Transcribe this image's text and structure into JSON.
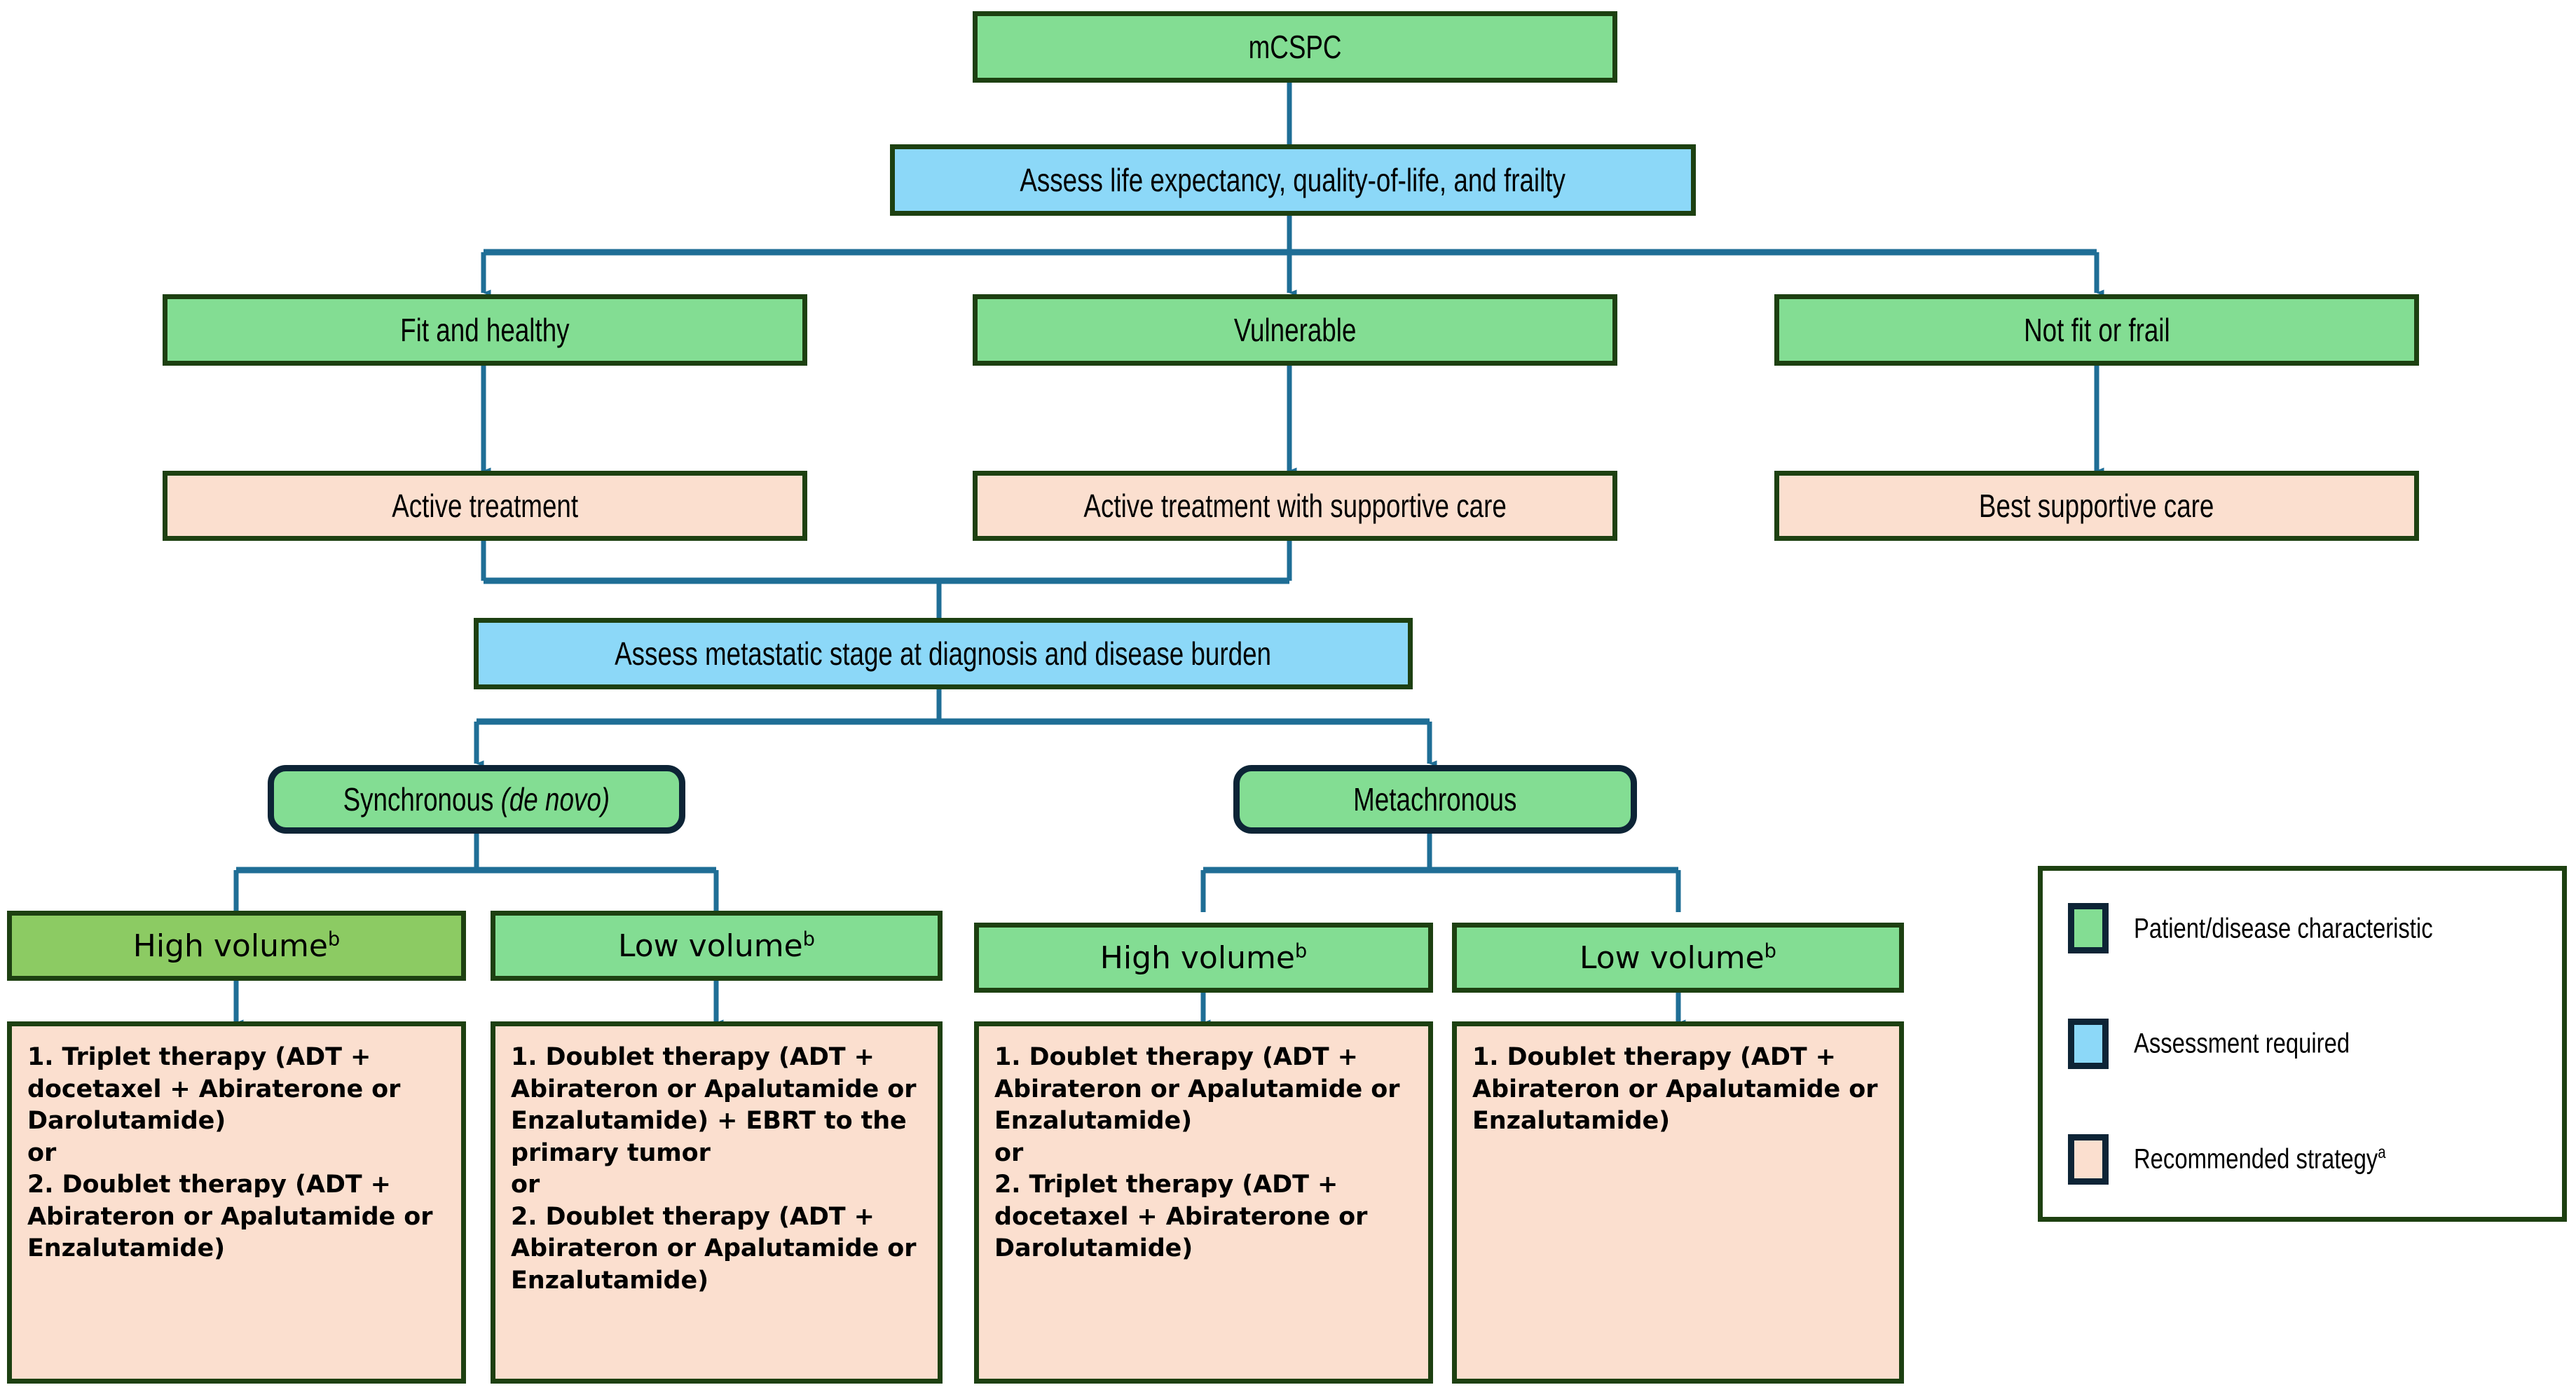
{
  "colors": {
    "characteristic_green": "#83DD93",
    "characteristic_green_alt": "#8CCB63",
    "assessment_blue": "#8CD8F8",
    "strategy_peach": "#FBDFCF",
    "box_border_green": "#1d4011",
    "rounded_border_navy": "#0d2436",
    "connector_blue": "#1F6E96"
  },
  "nodes": {
    "root": {
      "label": "mCSPC"
    },
    "assess_fitness": {
      "label": "Assess life expectancy, quality-of-life, and frailty"
    },
    "fitness": [
      {
        "label": "Fit and healthy"
      },
      {
        "label": "Vulnerable"
      },
      {
        "label": "Not fit or frail"
      }
    ],
    "care": [
      {
        "label": "Active treatment"
      },
      {
        "label": "Active treatment with supportive care"
      },
      {
        "label": "Best supportive care"
      }
    ],
    "assess_stage": {
      "label": "Assess metastatic stage at diagnosis and disease burden"
    },
    "timing": [
      {
        "label_plain": "Synchronous ",
        "label_italic": "(de novo)"
      },
      {
        "label_plain": "Metachronous",
        "label_italic": ""
      }
    ],
    "volume": [
      {
        "label": "High volume",
        "footnote": "b"
      },
      {
        "label": "Low volume",
        "footnote": "b"
      },
      {
        "label": "High volume",
        "footnote": "b"
      },
      {
        "label": "Low volume",
        "footnote": "b"
      }
    ],
    "therapies": [
      {
        "text": "1. Triplet therapy (ADT + docetaxel + Abiraterone or Darolutamide)\nor\n2. Doublet therapy (ADT + Abirateron or Apalutamide or Enzalutamide)"
      },
      {
        "text": "1. Doublet therapy (ADT + Abirateron or Apalutamide or Enzalutamide) + EBRT to the primary tumor\nor\n2. Doublet therapy (ADT + Abirateron or Apalutamide or Enzalutamide)"
      },
      {
        "text": "1. Doublet therapy (ADT + Abirateron or Apalutamide or Enzalutamide)\nor\n2. Triplet therapy (ADT + docetaxel + Abiraterone or Darolutamide)"
      },
      {
        "text": "1. Doublet therapy (ADT + Abirateron or Apalutamide or Enzalutamide)"
      }
    ]
  },
  "legend": {
    "items": [
      {
        "swatch": "#83DD93",
        "label": "Patient/disease characteristic",
        "footnote": ""
      },
      {
        "swatch": "#8CD8F8",
        "label": "Assessment required",
        "footnote": ""
      },
      {
        "swatch": "#FBDFCF",
        "label": "Recommended strategy",
        "footnote": "a"
      }
    ]
  }
}
